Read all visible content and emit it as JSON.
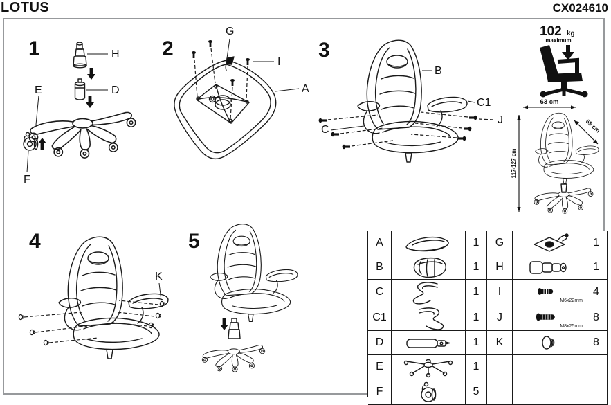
{
  "header": {
    "title": "LOTUS",
    "code": "CX024610"
  },
  "steps": [
    {
      "number": "1",
      "labels": {
        "h": "H",
        "d": "D",
        "e": "E",
        "f": "F"
      }
    },
    {
      "number": "2",
      "labels": {
        "g": "G",
        "i": "I",
        "a": "A"
      }
    },
    {
      "number": "3",
      "labels": {
        "b": "B",
        "c1": "C1",
        "j": "J",
        "c": "C"
      }
    },
    {
      "number": "4",
      "labels": {
        "k": "K"
      }
    },
    {
      "number": "5",
      "labels": {}
    }
  ],
  "spec": {
    "max_weight": "102",
    "weight_unit": "kg",
    "weight_note": "maximum",
    "width": "63 cm",
    "depth": "65 cm",
    "height": "117-127 cm"
  },
  "parts_table": {
    "rows": [
      {
        "l_letter": "A",
        "l_icon": "seat-icon",
        "l_qty": "1",
        "r_letter": "G",
        "r_icon": "mechanism-icon",
        "r_qty": "1",
        "r_size": ""
      },
      {
        "l_letter": "B",
        "l_icon": "backrest-icon",
        "l_qty": "1",
        "r_letter": "H",
        "r_icon": "cover-icon",
        "r_qty": "1",
        "r_size": ""
      },
      {
        "l_letter": "C",
        "l_icon": "armrest-left-icon",
        "l_qty": "1",
        "r_letter": "I",
        "r_icon": "screw-icon",
        "r_qty": "4",
        "r_size": "M6x22mm"
      },
      {
        "l_letter": "C1",
        "l_icon": "armrest-right-icon",
        "l_qty": "1",
        "r_letter": "J",
        "r_icon": "screw-icon",
        "r_qty": "8",
        "r_size": "M8x25mm"
      },
      {
        "l_letter": "D",
        "l_icon": "gas-lift-icon",
        "l_qty": "1",
        "r_letter": "K",
        "r_icon": "cap-icon",
        "r_qty": "8",
        "r_size": ""
      },
      {
        "l_letter": "E",
        "l_icon": "star-base-icon",
        "l_qty": "1",
        "r_letter": "",
        "r_icon": "",
        "r_qty": "",
        "r_size": ""
      },
      {
        "l_letter": "F",
        "l_icon": "caster-icon",
        "l_qty": "5",
        "r_letter": "",
        "r_icon": "",
        "r_qty": "",
        "r_size": ""
      }
    ]
  }
}
